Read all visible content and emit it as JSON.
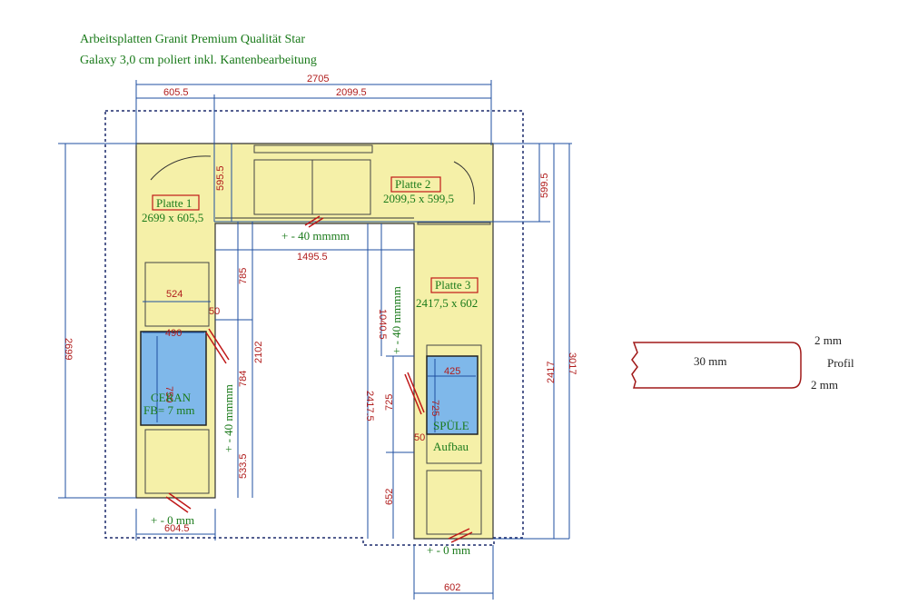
{
  "title": {
    "line1": "Arbeitsplatten Granit Premium Qualität Star",
    "line2": "Galaxy 3,0 cm poliert inkl. Kantenbearbeitung"
  },
  "dimensions": {
    "total_width": "2705",
    "left_width": "605.5",
    "right_width": "2099.5",
    "plate2_depth": "595.5",
    "plate2_depth_right": "599.5",
    "inner_width": "1495.5",
    "left_height": "2699",
    "inner_left_785": "785",
    "inner_left_784": "784",
    "inner_left_2102": "2102",
    "inner_left_5335": "533.5",
    "right_1040": "1040.5",
    "right_24175": "2417.5",
    "right_725": "725",
    "right_652": "652",
    "right_2417": "2417",
    "right_3017": "3017",
    "bottom_left": "604.5",
    "bottom_right": "602",
    "ceran_width": "524",
    "ceran_inner_width": "490",
    "ceran_height": "750",
    "ceran_offset": "50",
    "sink_width": "425",
    "sink_height": "725",
    "sink_offset": "50"
  },
  "plates": {
    "p1_name": "Platte 1",
    "p1_size": "2699 x 605,5",
    "p2_name": "Platte 2",
    "p2_size": "2099,5 x 599,5",
    "p3_name": "Platte 3",
    "p3_size": "2417,5 x 602"
  },
  "labels": {
    "tolerance_top": "+ - 40 mmmm",
    "tolerance_mid_left": "+ - 40 mmmm",
    "tolerance_right": "+ - 40 mmmm",
    "tolerance_bottom_left": "+ - 0 mm",
    "tolerance_bottom_right": "+ - 0 mm",
    "ceran": "CERAN",
    "ceran_fb": "FB= 7 mm",
    "sink": "SPÜLE",
    "sink_sub": "Aufbau"
  },
  "profile": {
    "thickness": "30 mm",
    "top": "2 mm",
    "label": "Profil",
    "bottom": "2 mm"
  }
}
